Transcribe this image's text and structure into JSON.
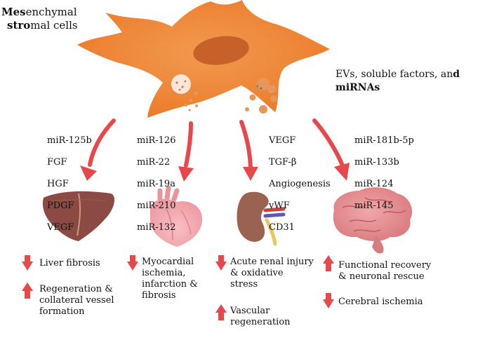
{
  "cell_label": {
    "line1_bold": "Mes",
    "line1_rest": "enchymal",
    "line2_bold": "stro",
    "line2_rest": "mal cells"
  },
  "secreted_label": {
    "plain": "EVs, soluble factors, an",
    "bold": "d miRNAs"
  },
  "factor_lists": [
    {
      "organ": "liver",
      "items": [
        "miR-125b",
        "FGF",
        "HGF",
        "PDGF",
        "VEGF"
      ]
    },
    {
      "organ": "heart",
      "items": [
        "miR-126",
        "miR-22",
        "miR-19a",
        "miR-210",
        "miR-132"
      ]
    },
    {
      "organ": "kidney",
      "items": [
        "VEGF",
        "TGF-β",
        "Angiogenesis",
        "vWF",
        "CD31"
      ]
    },
    {
      "organ": "brain",
      "items": [
        "miR-181b-5p",
        "miR-133b",
        "miR-124",
        "miR-145"
      ]
    }
  ],
  "effects": {
    "liver": [
      {
        "direction": "down",
        "text": "Liver fibrosis"
      },
      {
        "direction": "up",
        "text": "Regeneration &\ncollateral vessel\nformation"
      }
    ],
    "heart": [
      {
        "direction": "down",
        "text": "Myocardial\nischemia,\ninfarction &\nfibrosis"
      }
    ],
    "kidney": [
      {
        "direction": "down",
        "text": "Acute renal injury\n& oxidative\nstress"
      },
      {
        "direction": "up",
        "text": "Vascular\nregeneration"
      }
    ],
    "brain": [
      {
        "direction": "up",
        "text": "Functional recovery\n& neuronal rescue"
      },
      {
        "direction": "down",
        "text": "Cerebral ischemia"
      }
    ]
  },
  "colors": {
    "cell": "#ef7f2d",
    "cell_nucleus": "#c8602a",
    "arrow": "#e8474c",
    "liver": "#8c4a44",
    "heart": "#f3a3ab",
    "kidney": "#9a6250",
    "brain": "#e58f92"
  }
}
